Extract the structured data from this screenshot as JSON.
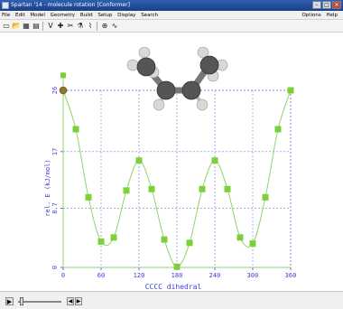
{
  "window": {
    "title": "Spartan '14 - molecule rotation [Conformer]",
    "controls": [
      "–",
      "□",
      "×"
    ]
  },
  "menu": {
    "items": [
      "File",
      "Edit",
      "Model",
      "Geometry",
      "Build",
      "Setup",
      "Display",
      "Search"
    ],
    "right_items": [
      "Options",
      "Help"
    ]
  },
  "toolbar": {
    "icons": [
      "new-file-icon",
      "open-folder-icon",
      "save-icon",
      "print-icon",
      "view-icon",
      "add-fragment-icon",
      "delete-icon",
      "build-icon",
      "measure-icon",
      "rotate-icon",
      "graph-icon"
    ],
    "glyphs": [
      "▭",
      "📂",
      "▦",
      "▤",
      "V",
      "✚",
      "✂",
      "⚗",
      "⌇",
      "⊕",
      "∿"
    ]
  },
  "colors": {
    "series_line": "#90d46a",
    "series_marker": "#7ed03a",
    "axis": "#3d3dd6",
    "grid": "#7777dd",
    "highlight_point": "#8a7a2a",
    "atom_carbon": "#555555",
    "atom_hydrogen": "#d8d8d8"
  },
  "chart_data": {
    "type": "line",
    "xlabel": "CCCC dihedral",
    "ylabel": "rel. E (kJ/mol)",
    "xlim": [
      0,
      360
    ],
    "ylim": [
      0,
      26
    ],
    "xticks": [
      "0",
      "60",
      "120",
      "180",
      "240",
      "300",
      "360"
    ],
    "yticks": [
      "0",
      "8.7",
      "17",
      "26"
    ],
    "grid": true,
    "legend": "none",
    "series": [
      {
        "x": [
          0,
          20,
          40,
          60,
          80,
          100,
          120,
          140,
          160,
          180,
          200,
          220,
          240,
          260,
          280,
          300,
          320,
          340,
          360
        ],
        "y": [
          26,
          20.3,
          10.3,
          3.8,
          4.4,
          11.3,
          15.7,
          11.5,
          4.1,
          0.1,
          3.6,
          11.5,
          15.7,
          11.5,
          4.4,
          3.5,
          10.3,
          20.3,
          26
        ],
        "highlighted_x": 0,
        "stray_marker": {
          "x": 0,
          "y": 28.2
        }
      }
    ]
  }
}
